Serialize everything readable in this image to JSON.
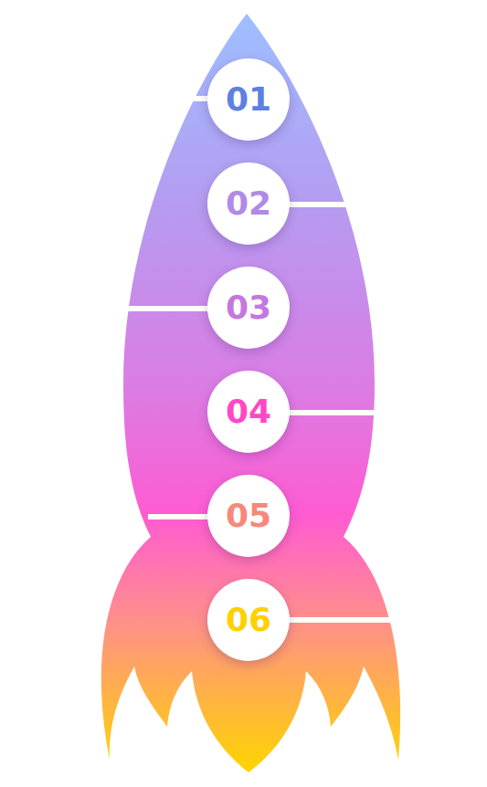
{
  "diagram": {
    "nodes": [
      {
        "text": [
          "01"
        ]
      },
      {
        "text": [
          "02"
        ]
      },
      {
        "text": [
          "03"
        ]
      },
      {
        "text": [
          "04"
        ]
      },
      {
        "text": [
          "05"
        ]
      },
      {
        "text": [
          "06"
        ]
      }
    ]
  }
}
